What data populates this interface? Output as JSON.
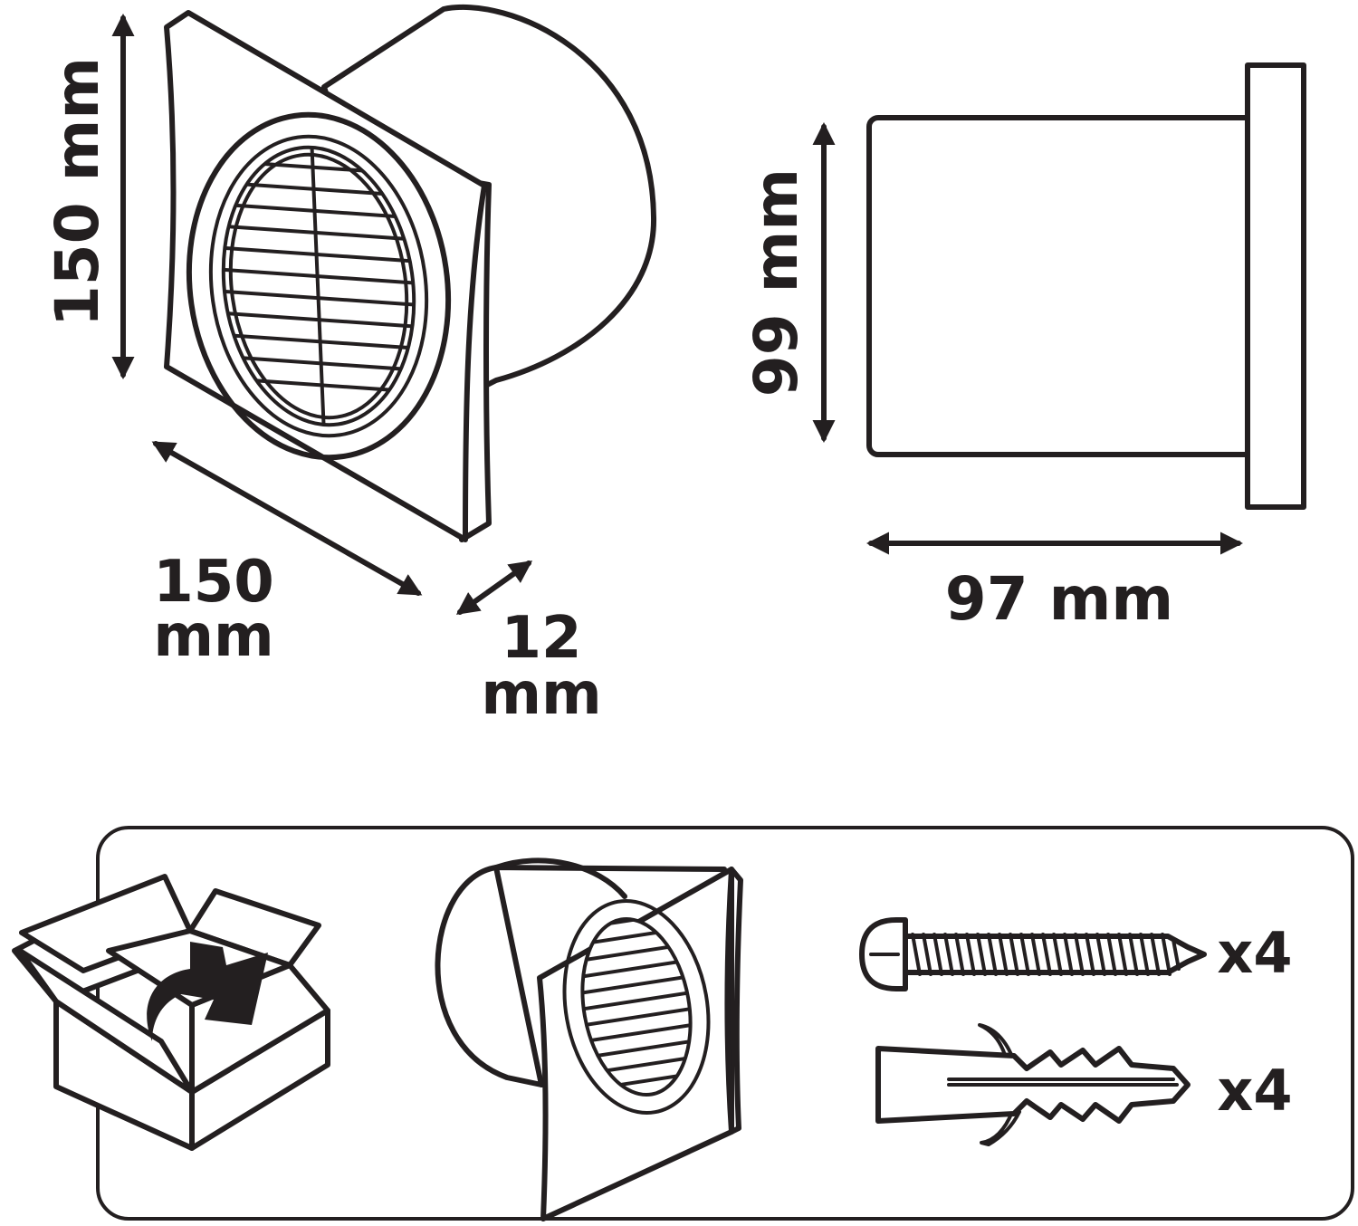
{
  "dimensions": {
    "front_height": {
      "value": "150",
      "unit": "mm"
    },
    "front_width": {
      "value": "150",
      "unit": "mm"
    },
    "panel_depth": {
      "value": "12",
      "unit": "mm"
    },
    "side_height": {
      "value": "99",
      "unit": "mm"
    },
    "side_length": {
      "value": "97",
      "unit": "mm"
    }
  },
  "contents": {
    "screws": {
      "quantity": "x4",
      "icon": "screw-icon"
    },
    "wall_plugs": {
      "quantity": "x4",
      "icon": "wall-plug-icon"
    },
    "box_icon": "open-box-icon",
    "fan_icon": "extractor-fan-icon"
  },
  "colors": {
    "ink": "#231f20",
    "background": "#ffffff"
  }
}
